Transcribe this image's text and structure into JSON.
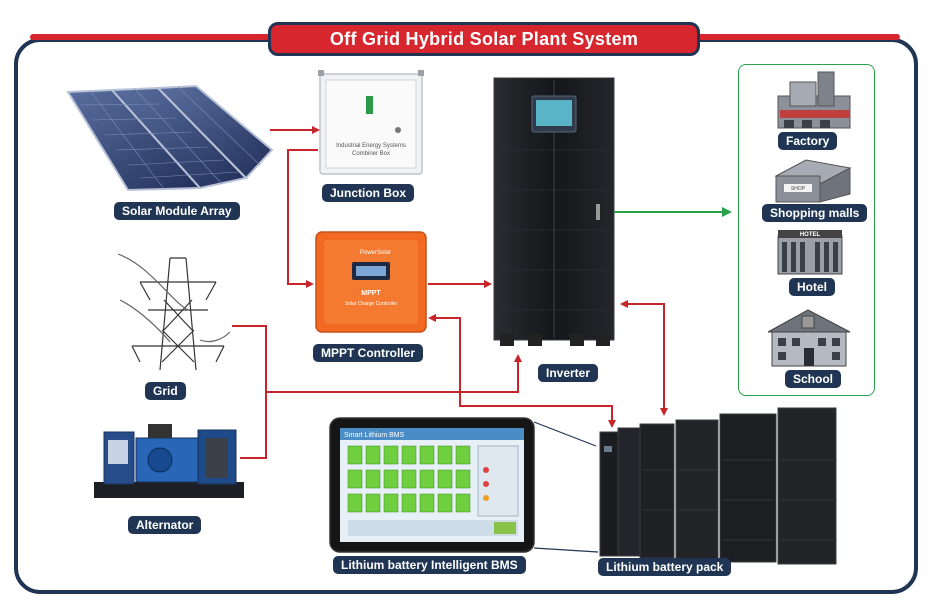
{
  "title": "Off Grid Hybrid Solar Plant System",
  "labels": {
    "solar": "Solar Module Array",
    "junction": "Junction Box",
    "mppt": "MPPT Controller",
    "inverter": "Inverter",
    "grid": "Grid",
    "alternator": "Alternator",
    "bms": "Lithium battery Intelligent BMS",
    "battery": "Lithium battery pack",
    "factory": "Factory",
    "shopping": "Shopping malls",
    "hotel": "Hotel",
    "school": "School"
  },
  "device_text": {
    "junction_box": "Industrial Energy Systems Combiner Box",
    "mppt_brand": "PowerSolar",
    "mppt_name": "MPPT",
    "mppt_sub": "Solar Charge Controller",
    "bms_title": "Smart Lithium BMS",
    "shop_sign": "SHOP",
    "hotel_sign": "HOTEL"
  },
  "colors": {
    "frame": "#1f3553",
    "accent": "#d8262e",
    "flow_red": "#c8242c",
    "flow_green": "#2aa14a",
    "mppt_orange": "#f26a21",
    "cell_green": "#6fcf3f"
  }
}
